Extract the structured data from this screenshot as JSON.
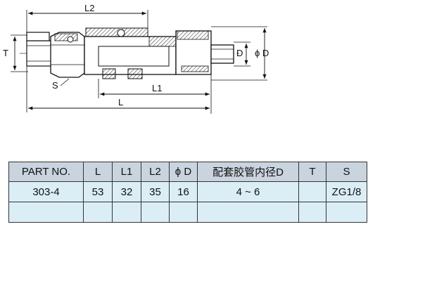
{
  "drawing": {
    "dims": {
      "L2": "L2",
      "L1": "L1",
      "L": "L",
      "T": "T",
      "S": "S",
      "D": "D",
      "phiD": "ϕ D"
    }
  },
  "table": {
    "headers": [
      "PART NO.",
      "L",
      "L1",
      "L2",
      "ϕ D",
      "配套胶管内径D",
      "T",
      "S"
    ],
    "rows": [
      [
        "303-4",
        "53",
        "32",
        "35",
        "16",
        "4 ~ 6",
        "",
        "ZG1/8"
      ],
      [
        "",
        "",
        "",
        "",
        "",
        "",
        "",
        ""
      ]
    ]
  }
}
